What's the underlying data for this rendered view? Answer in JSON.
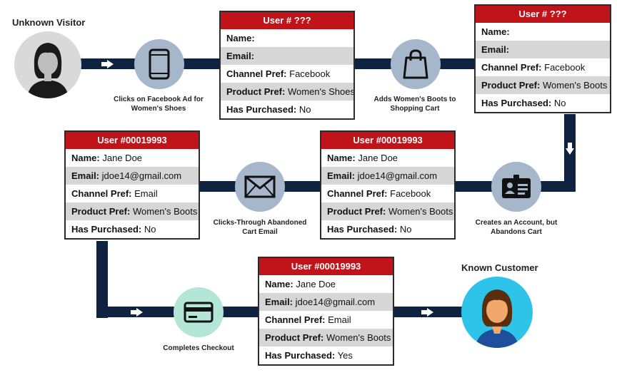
{
  "visitor": {
    "label": "Unknown Visitor"
  },
  "customer": {
    "label": "Known Customer"
  },
  "steps": {
    "facebook_ad": "Clicks on Facebook Ad for Women's Shoes",
    "add_to_cart": "Adds Women's Boots to Shopping Cart",
    "create_account": "Creates an Account, but Abandons Cart",
    "email_click": "Clicks-Through Abandoned Cart Email",
    "checkout": "Completes Checkout"
  },
  "field_labels": {
    "name": "Name:",
    "email": "Email:",
    "channel": "Channel Pref:",
    "product": "Product Pref:",
    "purchased": "Has Purchased:"
  },
  "cards": {
    "card1": {
      "title": "User # ???",
      "name": "",
      "email": "",
      "channel": "Facebook",
      "product": "Women's Shoes",
      "purchased": "No"
    },
    "card2": {
      "title": "User # ???",
      "name": "",
      "email": "",
      "channel": "Facebook",
      "product": "Women's Boots",
      "purchased": "No"
    },
    "card3": {
      "title": "User #00019993",
      "name": "Jane Doe",
      "email": "jdoe14@gmail.com",
      "channel": "Facebook",
      "product": "Women's Boots",
      "purchased": "No"
    },
    "card4": {
      "title": "User #00019993",
      "name": "Jane Doe",
      "email": "jdoe14@gmail.com",
      "channel": "Email",
      "product": "Women's Boots",
      "purchased": "No"
    },
    "card5": {
      "title": "User #00019993",
      "name": "Jane Doe",
      "email": "jdoe14@gmail.com",
      "channel": "Email",
      "product": "Women's Boots",
      "purchased": "Yes"
    }
  },
  "colors": {
    "track": "#0f2340",
    "header": "#c0131a",
    "stripe": "#d6d6d6",
    "step_circle": "#a6b7cc",
    "checkout_circle": "#b4e6d8",
    "customer_circle": "#2ec4ea"
  }
}
